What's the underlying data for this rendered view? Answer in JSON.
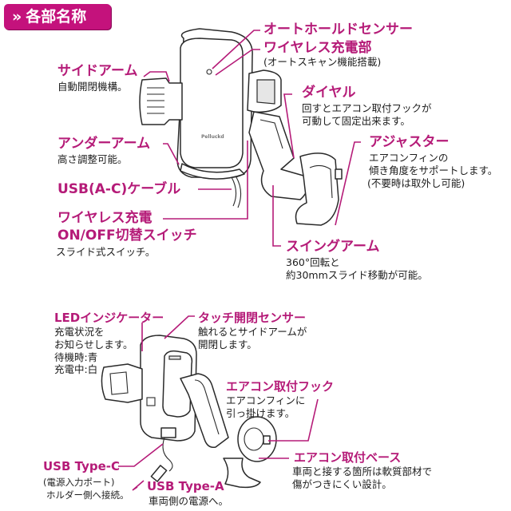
{
  "header": {
    "chevron_icon": "double-chevron-right",
    "title": "各部名称",
    "color": "#c4127c"
  },
  "accent_color": "#b51b78",
  "top_diagram": {
    "device_logo": "Pelluckd",
    "parts": [
      {
        "id": "auto-hold-sensor",
        "label": "オートホールドセンサー",
        "desc": []
      },
      {
        "id": "wireless-charger",
        "label": "ワイヤレス充電部",
        "desc": [
          "(オートスキャン機能搭載)"
        ]
      },
      {
        "id": "side-arm",
        "label": "サイドアーム",
        "desc": [
          "自動開閉機構。"
        ]
      },
      {
        "id": "dial",
        "label": "ダイヤル",
        "desc": [
          "回すとエアコン取付フックが",
          "可動して固定出来ます。"
        ]
      },
      {
        "id": "under-arm",
        "label": "アンダーアーム",
        "desc": [
          "高さ調整可能。"
        ]
      },
      {
        "id": "adjuster",
        "label": "アジャスター",
        "desc": [
          "エアコンフィンの",
          "傾き角度をサポートします。",
          "(不要時は取外し可能)"
        ]
      },
      {
        "id": "usb-cable",
        "label": "USB(A-C)ケーブル",
        "desc": []
      },
      {
        "id": "wireless-switch",
        "label": [
          "ワイヤレス充電",
          "ON/OFF切替スイッチ"
        ],
        "desc": [
          "スライド式スイッチ。"
        ]
      },
      {
        "id": "swing-arm",
        "label": "スイングアーム",
        "desc": [
          "360°回転と",
          "約30mmスライド移動が可能。"
        ]
      }
    ]
  },
  "bottom_diagram": {
    "parts": [
      {
        "id": "led-indicator",
        "label": "LEDインジケーター",
        "desc": [
          "充電状況を",
          "お知らせします。",
          "待機時:青",
          "充電中:白"
        ]
      },
      {
        "id": "touch-sensor",
        "label": "タッチ開閉センサー",
        "desc": [
          "触れるとサイドアームが",
          "開閉します。"
        ]
      },
      {
        "id": "vent-hook",
        "label": "エアコン取付フック",
        "desc": [
          "エアコンフィンに",
          "引っ掛けます。"
        ]
      },
      {
        "id": "vent-base",
        "label": "エアコン取付ベース",
        "desc": [
          "車両と接する箇所は軟質部材で",
          "傷がつきにくい設計。"
        ]
      },
      {
        "id": "usb-type-c",
        "label": "USB Type-C",
        "desc": [
          "(電源入力ポート)",
          "ホルダー側へ接続。"
        ]
      },
      {
        "id": "usb-type-a",
        "label": "USB Type-A",
        "desc": [
          "車両側の電源へ。"
        ]
      }
    ]
  }
}
